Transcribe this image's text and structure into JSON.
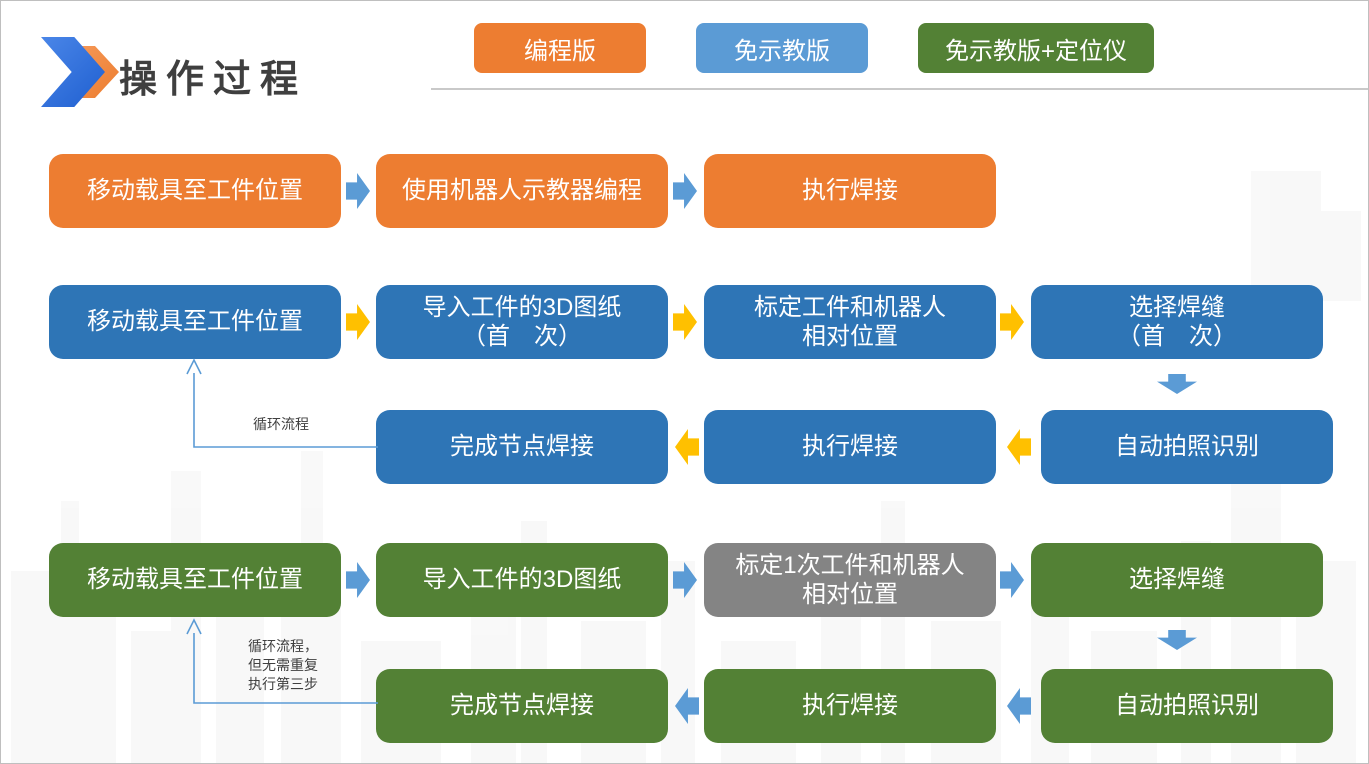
{
  "title": "操作过程",
  "tabs": [
    {
      "label": "编程版",
      "color": "#ED7D31"
    },
    {
      "label": "免示教版",
      "color": "#5B9BD5"
    },
    {
      "label": "免示教版+定位仪",
      "color": "#538135"
    }
  ],
  "colors": {
    "orange_box": "#ED7D31",
    "blue_box": "#2E75B6",
    "green_box": "#538135",
    "gray_box": "#848484",
    "blue_arrow": "#5B9BD5",
    "yellow_arrow": "#FFC000",
    "title_text": "#3F3F3F",
    "loop_line": "#5B9BD5"
  },
  "row_programming": {
    "steps": [
      "移动载具至工件位置",
      "使用机器人示教器编程",
      "执行焊接"
    ]
  },
  "row_teachfree": {
    "top_steps": [
      "移动载具至工件位置",
      "导入工件的3D图纸\n（首　次）",
      "标定工件和机器人\n相对位置",
      "选择焊缝\n（首　次）"
    ],
    "bottom_steps": [
      "完成节点焊接",
      "执行焊接",
      "自动拍照识别"
    ],
    "loop_label": "循环流程"
  },
  "row_locator": {
    "top_steps": [
      "移动载具至工件位置",
      "导入工件的3D图纸",
      "标定1次工件和机器人\n相对位置",
      "选择焊缝"
    ],
    "bottom_steps": [
      "完成节点焊接",
      "执行焊接",
      "自动拍照识别"
    ],
    "loop_label": "循环流程，\n但无需重复\n执行第三步"
  }
}
